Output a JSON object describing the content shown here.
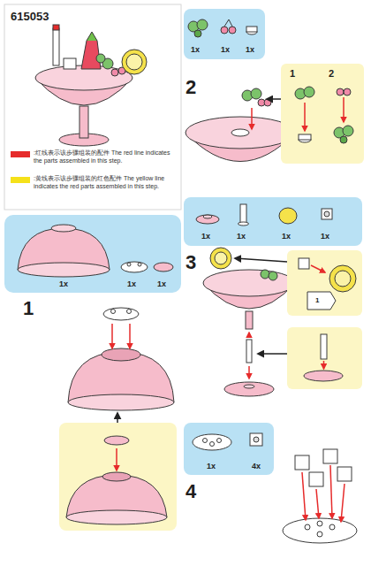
{
  "diagram": {
    "title": "615053",
    "nodes": [
      {
        "text": [
          "1x",
          "1x",
          "1x"
        ]
      },
      {
        "text": [
          "1x",
          "1x",
          "1x"
        ]
      },
      {
        "text": [
          "1",
          "2"
        ]
      },
      {
        "text": [
          "1x",
          "1x",
          "1x",
          "1x"
        ]
      },
      {
        "text": [
          "1x",
          "4x"
        ]
      }
    ],
    "labels": [
      "1",
      "2",
      "3",
      "1",
      "4"
    ],
    "legend": [
      {
        "text": ":红线表示该步骤组装的配件 The red line indicates the parts assembled in this step.",
        "color": "#e62b2b"
      },
      {
        "text": ":黄线表示该步骤组装的红色配件 The yellow line indicates the red parts assembled in this step.",
        "color": "#f5e11a"
      }
    ]
  }
}
